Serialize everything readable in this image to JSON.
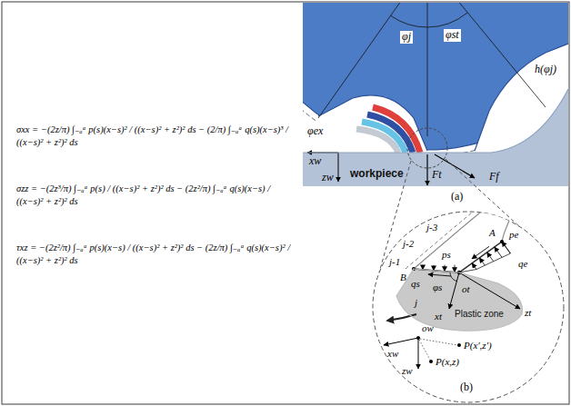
{
  "diagram": {
    "nodes": [
      {
        "text": [
          "workpiece"
        ]
      },
      {
        "text": [
          "Plastic zone"
        ]
      }
    ],
    "labels": [
      "σxx = −(2z/π) ∫₋ₐᵃ p(s)(x−s)² / ((x−s)² + z²)² ds − (2/π) ∫₋ₐᵃ q(s)(x−s)³ / ((x−s)² + z²)² ds",
      "σzz = −(2z³/π) ∫₋ₐᵃ p(s) / ((x−s)² + z²)² ds − (2z²/π) ∫₋ₐᵃ q(s)(x−s) / ((x−s)² + z²)² ds",
      "τxz = −(2z²/π) ∫₋ₐᵃ p(s)(x−s) / ((x−s)² + z²)² ds − (2z/π) ∫₋ₐᵃ q(s)(x−s)² / ((x−s)² + z²)² ds",
      "φj",
      "φst",
      "h(φj)",
      "φex",
      "xw",
      "Ft",
      "Ff",
      "zw",
      "(a)",
      "j-3",
      "j-2",
      "pe",
      "A",
      "ps",
      "j-1",
      "B",
      "qe",
      "qs",
      "φs",
      "ot",
      "j",
      "xt",
      "zt",
      "ow",
      "P(x',z')",
      "xw",
      "P(x,z)",
      "zw",
      "(b)"
    ]
  }
}
